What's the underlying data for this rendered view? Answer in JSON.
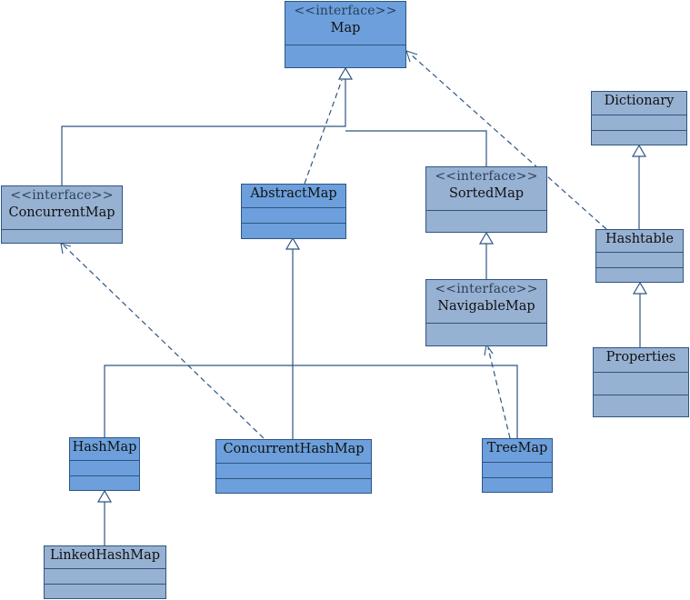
{
  "diagram": {
    "title": "Java Map class hierarchy",
    "colors": {
      "line": "#2e5582",
      "interface_fill": "#97b1d2",
      "class_fill": "#6c9fdb"
    },
    "classes": [
      {
        "id": "map",
        "name": "Map",
        "stereotype": "<<interface>>",
        "style": "bright"
      },
      {
        "id": "concurrentmap",
        "name": "ConcurrentMap",
        "stereotype": "<<interface>>",
        "style": "muted"
      },
      {
        "id": "abstractmap",
        "name": "AbstractMap",
        "stereotype": "",
        "style": "bright"
      },
      {
        "id": "sortedmap",
        "name": "SortedMap",
        "stereotype": "<<interface>>",
        "style": "muted"
      },
      {
        "id": "navigablemap",
        "name": "NavigableMap",
        "stereotype": "<<interface>>",
        "style": "muted"
      },
      {
        "id": "dictionary",
        "name": "Dictionary",
        "stereotype": "",
        "style": "muted"
      },
      {
        "id": "hashtable",
        "name": "Hashtable",
        "stereotype": "",
        "style": "muted"
      },
      {
        "id": "properties",
        "name": "Properties",
        "stereotype": "",
        "style": "muted"
      },
      {
        "id": "hashmap",
        "name": "HashMap",
        "stereotype": "",
        "style": "bright"
      },
      {
        "id": "concurrenthashmap",
        "name": "ConcurrentHashMap",
        "stereotype": "",
        "style": "bright"
      },
      {
        "id": "treemap",
        "name": "TreeMap",
        "stereotype": "",
        "style": "bright"
      },
      {
        "id": "linkedhashmap",
        "name": "LinkedHashMap",
        "stereotype": "",
        "style": "muted"
      }
    ],
    "relations": [
      {
        "from": "concurrentmap",
        "to": "map",
        "kind": "generalization"
      },
      {
        "from": "sortedmap",
        "to": "map",
        "kind": "generalization"
      },
      {
        "from": "abstractmap",
        "to": "map",
        "kind": "realization"
      },
      {
        "from": "hashtable",
        "to": "map",
        "kind": "realization"
      },
      {
        "from": "navigablemap",
        "to": "sortedmap",
        "kind": "generalization"
      },
      {
        "from": "hashtable",
        "to": "dictionary",
        "kind": "generalization"
      },
      {
        "from": "properties",
        "to": "hashtable",
        "kind": "generalization"
      },
      {
        "from": "hashmap",
        "to": "abstractmap",
        "kind": "generalization"
      },
      {
        "from": "concurrenthashmap",
        "to": "abstractmap",
        "kind": "generalization"
      },
      {
        "from": "treemap",
        "to": "abstractmap",
        "kind": "generalization"
      },
      {
        "from": "concurrenthashmap",
        "to": "concurrentmap",
        "kind": "realization"
      },
      {
        "from": "treemap",
        "to": "navigablemap",
        "kind": "realization"
      },
      {
        "from": "linkedhashmap",
        "to": "hashmap",
        "kind": "generalization"
      }
    ]
  }
}
